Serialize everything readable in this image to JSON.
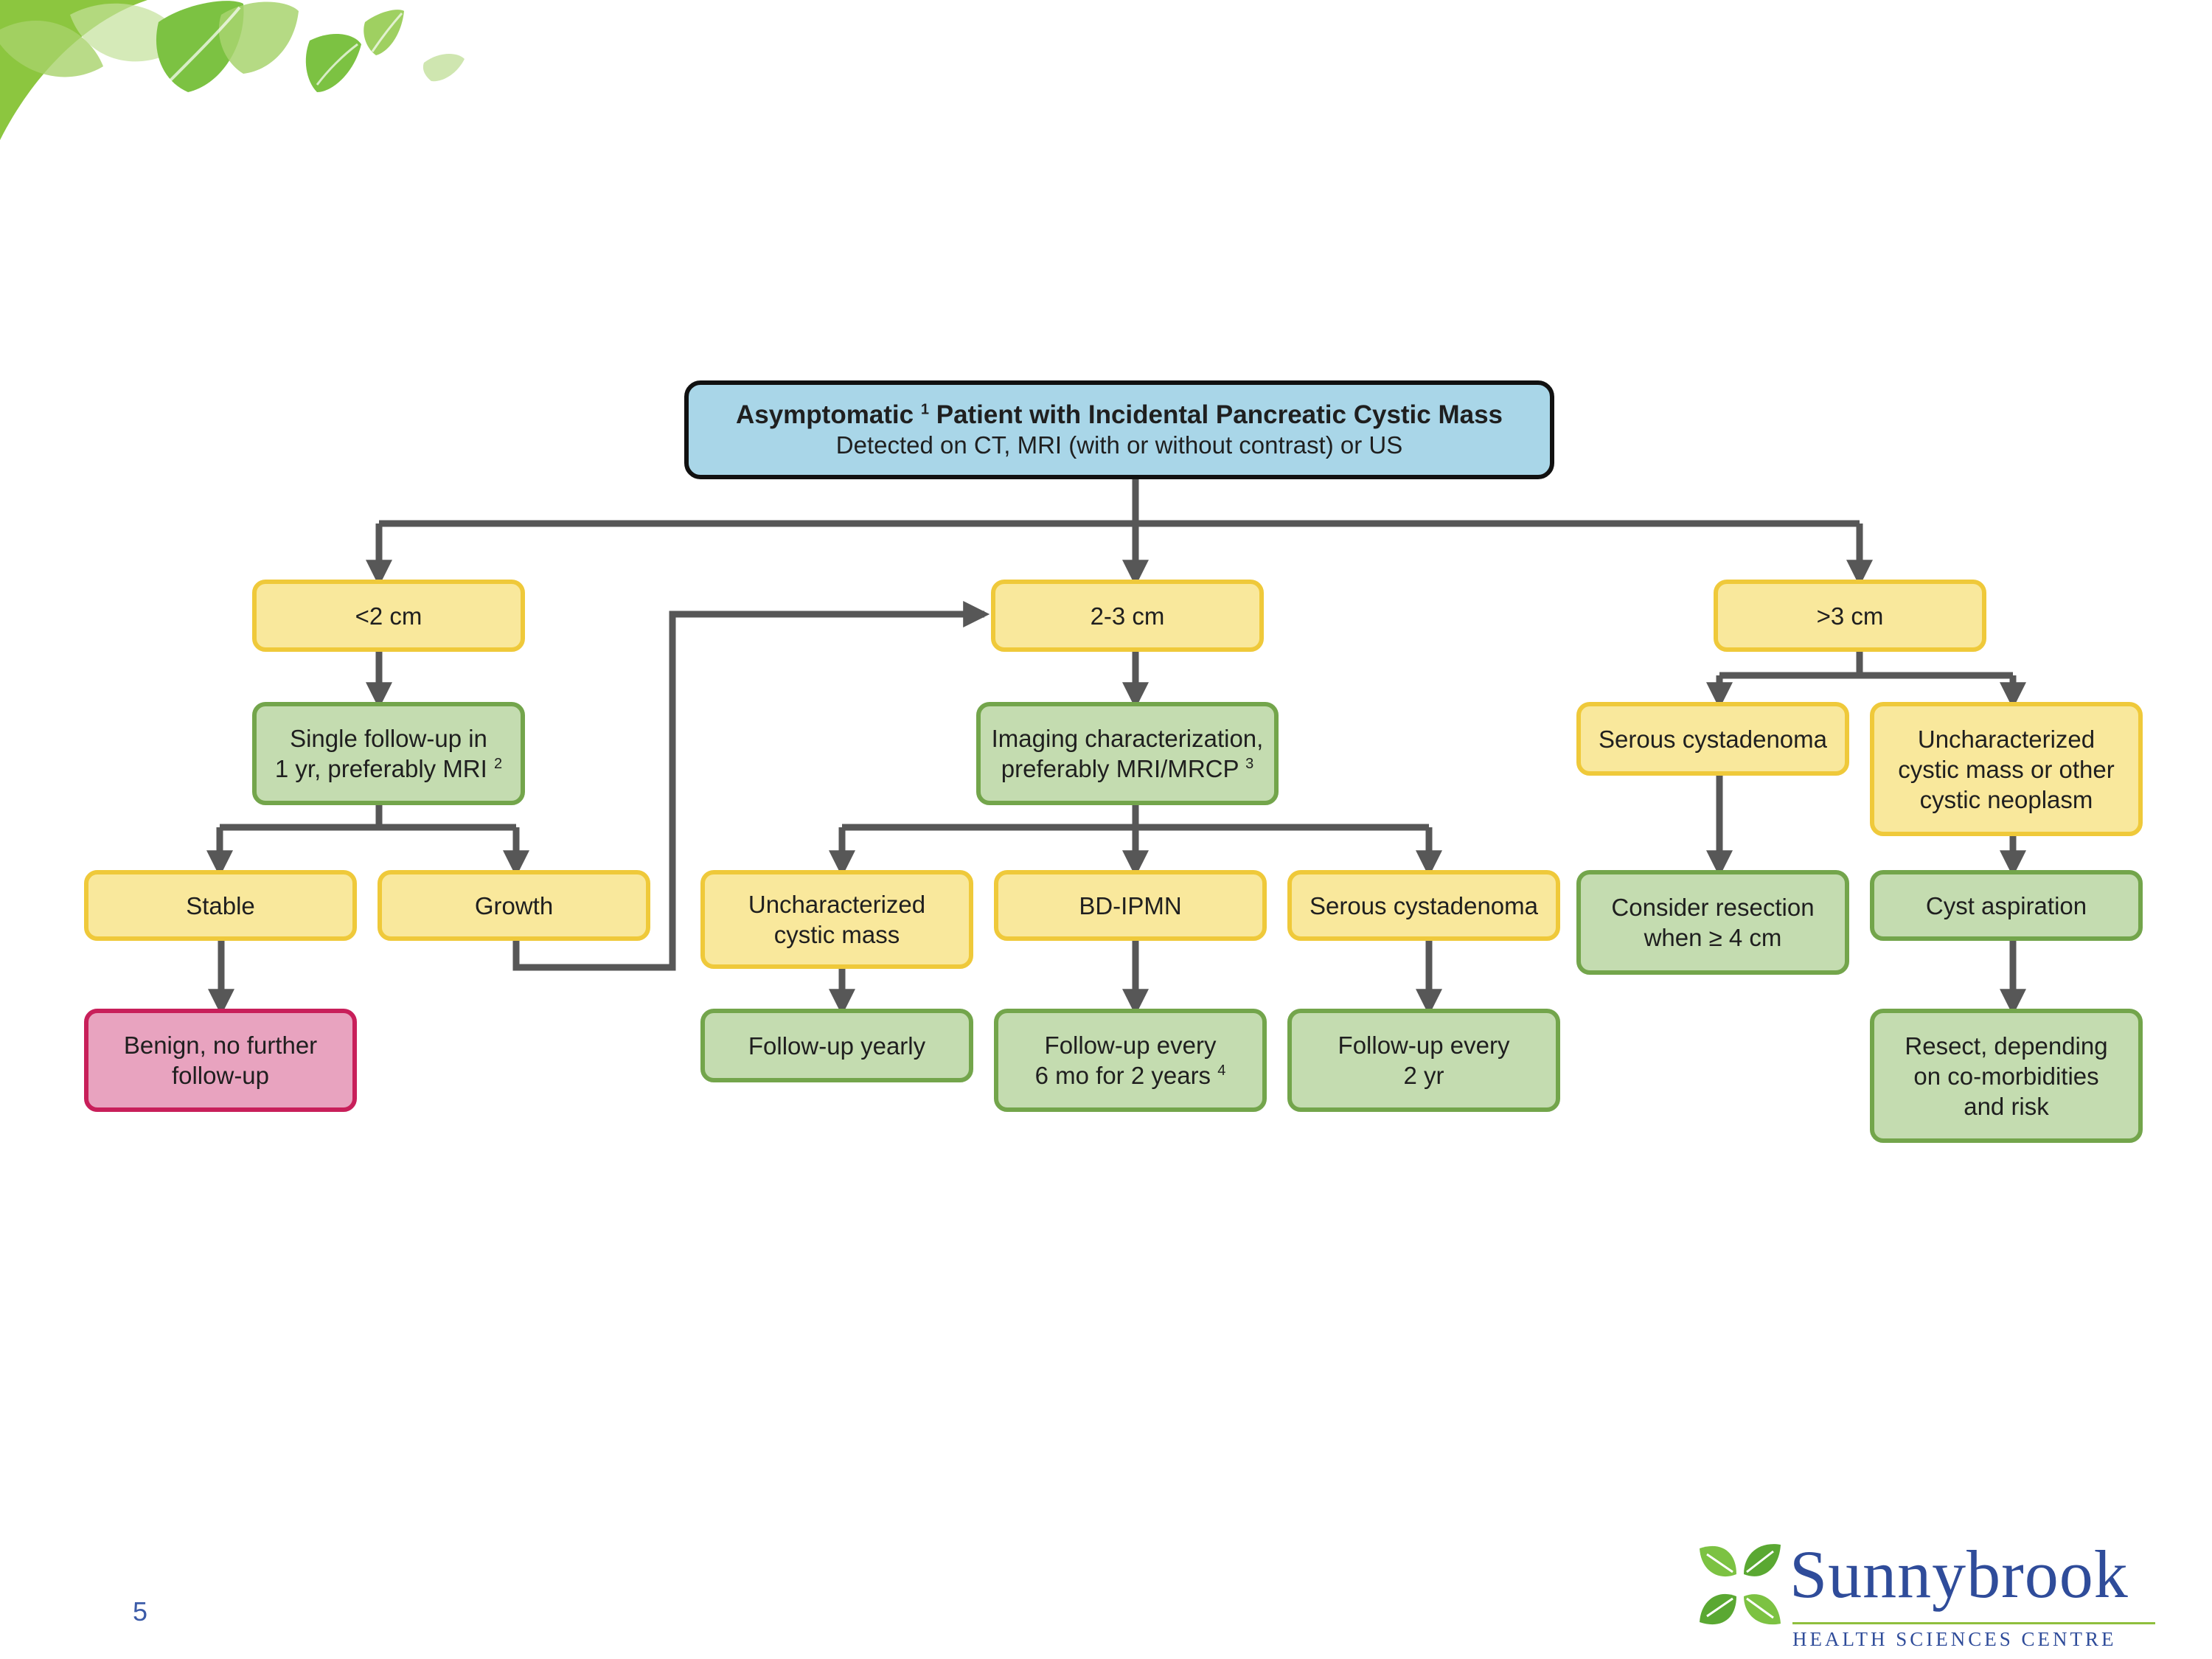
{
  "diagram": {
    "title": {
      "line1": "Asymptomatic",
      "line1_sup": "1",
      "line1_rest": "Patient with Incidental Pancreatic Cystic Mass",
      "line2": "Detected on CT, MRI (with or without contrast) or US"
    },
    "size_lt2": "<2 cm",
    "size_2to3": "2-3 cm",
    "size_gt3": ">3 cm",
    "single_followup": {
      "line1": "Single follow-up in",
      "line2": "1 yr, preferably MRI",
      "sup": "2"
    },
    "stable": "Stable",
    "growth": "Growth",
    "benign": {
      "line1": "Benign, no further",
      "line2": "follow-up"
    },
    "imaging": {
      "line1": "Imaging characterization,",
      "line2": "preferably MRI/MRCP",
      "sup": "3"
    },
    "unchar_mass": {
      "line1": "Uncharacterized",
      "line2": "cystic mass"
    },
    "bd_ipmn": "BD-IPMN",
    "serous_mid": "Serous cystadenoma",
    "followup_yearly": "Follow-up yearly",
    "followup_6mo": {
      "line1": "Follow-up every",
      "line2": "6 mo for 2 years",
      "sup": "4"
    },
    "followup_2yr": {
      "line1": "Follow-up every",
      "line2": "2 yr"
    },
    "serous_right": "Serous cystadenoma",
    "unchar_other": {
      "line1": "Uncharacterized",
      "line2": "cystic mass or other",
      "line3": "cystic neoplasm"
    },
    "consider_resection": {
      "line1": "Consider resection",
      "line2": "when ≥ 4 cm"
    },
    "cyst_aspiration": "Cyst aspiration",
    "resect": {
      "line1": "Resect, depending",
      "line2": "on co-morbidities",
      "line3": "and risk"
    }
  },
  "page_number": "5",
  "logo": {
    "name": "Sunnybrook",
    "subtitle": "HEALTH SCIENCES CENTRE"
  },
  "colors": {
    "title_fill": "#a9d6e8",
    "yellow_fill": "#f9e89c",
    "yellow_border": "#efc93a",
    "green_fill": "#c4dcb0",
    "green_border": "#73a54b",
    "pink_fill": "#e8a3bf",
    "pink_border": "#c81f5a",
    "connector": "#575757"
  }
}
